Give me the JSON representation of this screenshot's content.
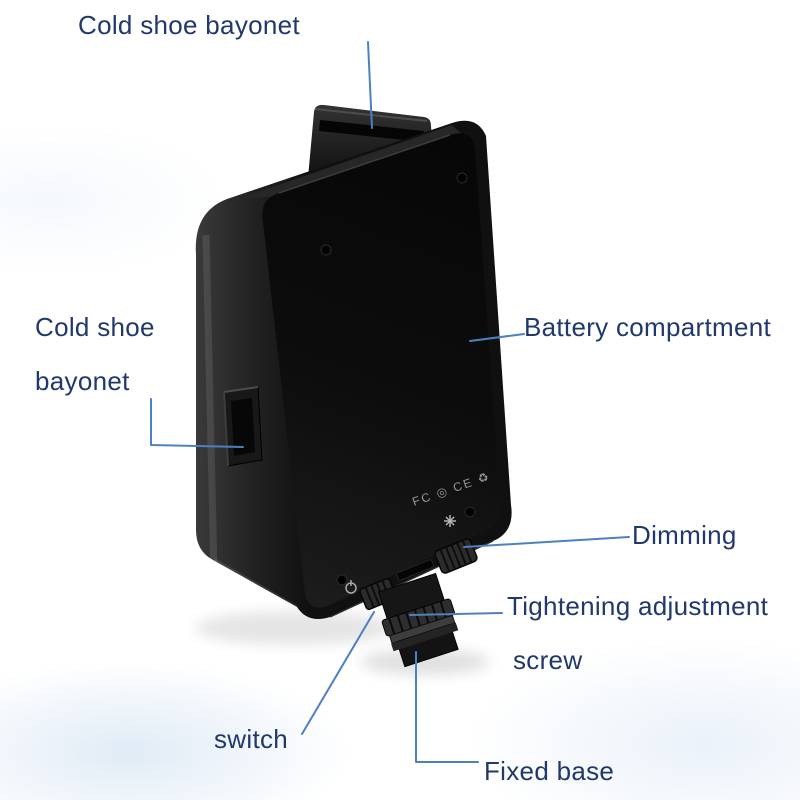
{
  "figure": {
    "type": "annotated-product-photo",
    "subject": "mini LED video light, rear view",
    "background_color": "#ffffff",
    "label_color": "#20386b",
    "leader_line_color": "#4d80c0",
    "device_color": "#141414"
  },
  "annotations": {
    "top_cold_shoe": {
      "text": "Cold shoe bayonet"
    },
    "left_cold_shoe": {
      "line1": "Cold shoe",
      "line2": "bayonet"
    },
    "battery_compartment": {
      "text": "Battery compartment"
    },
    "dimming": {
      "text": "Dimming"
    },
    "tightening_screw": {
      "line1": "Tightening adjustment",
      "line2": "screw"
    },
    "switch": {
      "text": "switch"
    },
    "fixed_base": {
      "text": "Fixed base"
    }
  },
  "device": {
    "certification_marks": "FC ◎ CE ♻"
  }
}
